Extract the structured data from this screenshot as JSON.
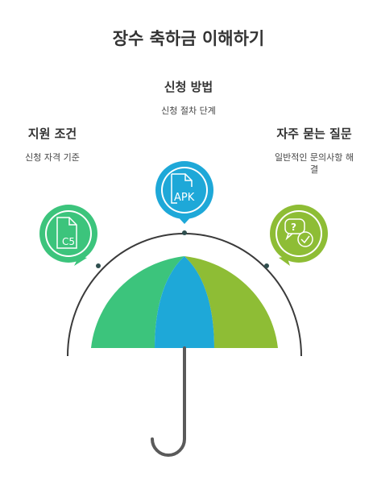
{
  "title": "장수 축하금 이해하기",
  "sections": {
    "center": {
      "heading": "신청 방법",
      "description": "신청 절차 단계",
      "icon": "apk-file-icon",
      "icon_text": "APK",
      "color": "#1ea8d8"
    },
    "left": {
      "heading": "지원 조건",
      "description": "신청 자격 기준",
      "icon": "c5-file-icon",
      "icon_text": "C5",
      "color": "#3cc47c"
    },
    "right": {
      "heading": "자주 묻는 질문",
      "description": "일반적인 문의사항 해결",
      "icon": "chat-question-icon",
      "color": "#8ebd35"
    }
  },
  "umbrella": {
    "panel_colors": [
      "#3cc47c",
      "#1ea8d8",
      "#8ebd35"
    ],
    "handle_color": "#5a5a5a",
    "arc_color": "#3a3a3a"
  }
}
